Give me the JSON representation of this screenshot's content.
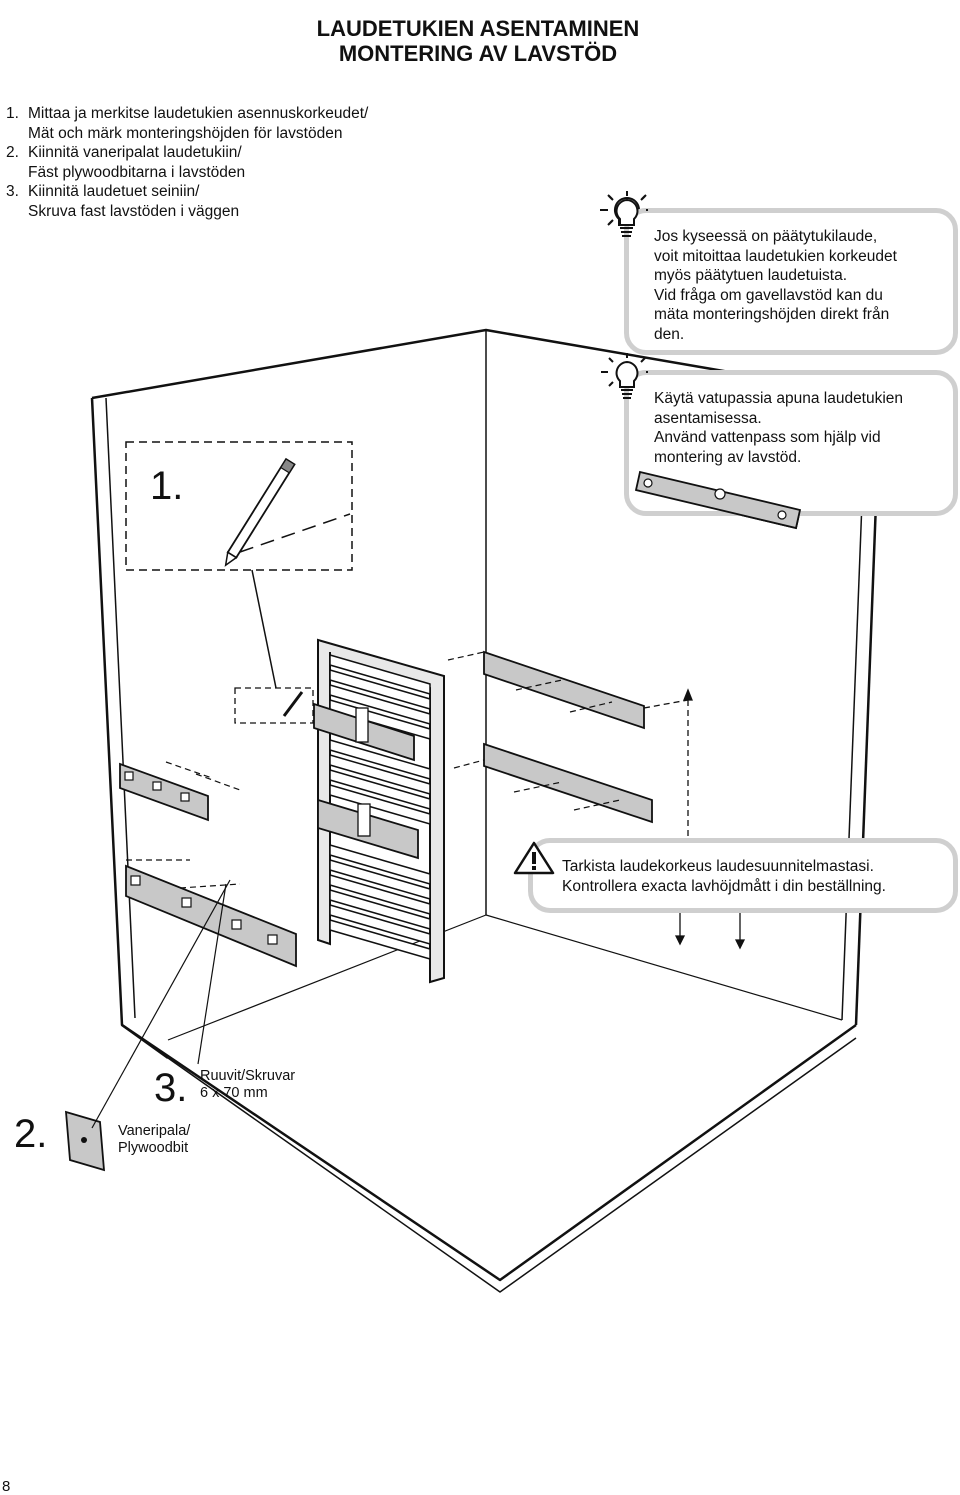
{
  "title": {
    "line1": "LAUDETUKIEN ASENTAMINEN",
    "line2": "MONTERING AV LAVSTÖD"
  },
  "steps": [
    {
      "num": "1.",
      "line1": "Mittaa ja merkitse laudetukien asennuskorkeudet/",
      "line2": "Mät och märk monteringshöjden för lavstöden"
    },
    {
      "num": "2.",
      "line1": "Kiinnitä vaneripalat laudetukiin/",
      "line2": "Fäst plywoodbitarna i lavstöden"
    },
    {
      "num": "3.",
      "line1": "Kiinnitä laudetuet seiniin/",
      "line2": "Skruva fast lavstöden i väggen"
    }
  ],
  "tips": [
    {
      "icon": "lightbulb-icon",
      "lines": [
        "Jos kyseessä on päätytukilaude,",
        "voit mitoittaa laudetukien korkeudet",
        "myös päätytuen laudetuista.",
        "Vid fråga om gavellavstöd kan du",
        "mäta monteringshöjden direkt från",
        "den."
      ]
    },
    {
      "icon": "lightbulb-icon",
      "lines": [
        "Käytä vatupassia apuna laudetukien",
        "asentamisessa.",
        "Använd vattenpass som hjälp vid",
        "montering av lavstöd."
      ]
    }
  ],
  "warning": {
    "icon": "warning-triangle-icon",
    "line1": "Tarkista laudekorkeus laudesuunnitelmastasi.",
    "line2": "Kontrollera exacta lavhöjdmått i din beställning."
  },
  "callouts": {
    "step1": "1.",
    "step2": "2.",
    "step3": "3.",
    "screws_line1": "Ruuvit/Skruvar",
    "screws_line2": "6 x 70 mm",
    "plywood_line1": "Vaneripala/",
    "plywood_line2": "Plywoodbit"
  },
  "page_number": "8",
  "colors": {
    "box_border": "#cfcfcf",
    "wood": "#c8c8c8",
    "line": "#111111"
  }
}
